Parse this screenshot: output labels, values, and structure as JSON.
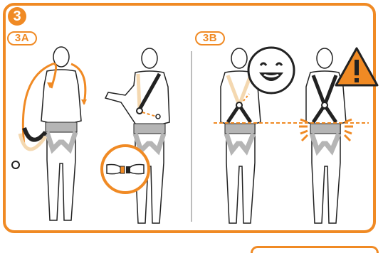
{
  "step": {
    "number": "3"
  },
  "substeps": [
    {
      "label": "3A"
    },
    {
      "label": "3B"
    }
  ],
  "colors": {
    "accent": "#f08a24",
    "outline": "#222222",
    "harness_gray": "#b5b5b5",
    "divider": "#bdbdbd"
  },
  "icons": {
    "good_fit": "smiley-face-icon",
    "bad_fit": "warning-triangle-icon",
    "buckle_zoom": "buckle-detail-icon"
  }
}
